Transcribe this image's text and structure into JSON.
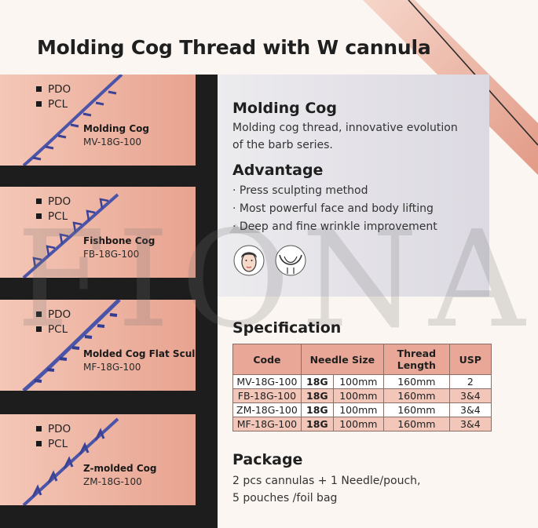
{
  "title": "Molding Cog Thread with W cannula",
  "watermark_text": "FIONA",
  "products": [
    {
      "materials": [
        "PDO",
        "PCL"
      ],
      "name": "Molding Cog",
      "code": "MV-18G-100"
    },
    {
      "materials": [
        "PDO",
        "PCL"
      ],
      "name": "Fishbone Cog",
      "code": "FB-18G-100"
    },
    {
      "materials": [
        "PDO",
        "PCL"
      ],
      "name": "Molded Cog Flat Sculpt",
      "code": "MF-18G-100"
    },
    {
      "materials": [
        "PDO",
        "PCL"
      ],
      "name": "Z-molded Cog",
      "code": "ZM-18G-100"
    }
  ],
  "molding_cog": {
    "heading": "Molding Cog",
    "description": [
      "Molding cog thread, innovative evolution",
      "of the barb series."
    ]
  },
  "advantage": {
    "heading": "Advantage",
    "items": [
      "· Press sculpting method",
      "· Most powerful face and body lifting",
      "· Deep and fine wrinkle improvement"
    ]
  },
  "icons": [
    "face-lift-icon",
    "neck-lift-icon"
  ],
  "specification": {
    "heading": "Specification",
    "columns": [
      "Code",
      "Needle Size",
      "Thread Length",
      "USP"
    ],
    "rows": [
      {
        "code": "MV-18G-100",
        "gauge": "18G",
        "needle_length": "100mm",
        "thread_length": "160mm",
        "usp": "2"
      },
      {
        "code": "FB-18G-100",
        "gauge": "18G",
        "needle_length": "100mm",
        "thread_length": "160mm",
        "usp": "3&4"
      },
      {
        "code": "ZM-18G-100",
        "gauge": "18G",
        "needle_length": "100mm",
        "thread_length": "160mm",
        "usp": "3&4"
      },
      {
        "code": "MF-18G-100",
        "gauge": "18G",
        "needle_length": "100mm",
        "thread_length": "160mm",
        "usp": "3&4"
      }
    ]
  },
  "package": {
    "heading": "Package",
    "lines": [
      "2 pcs cannulas + 1 Needle/pouch,",
      "5 pouches /foil bag"
    ]
  },
  "colors": {
    "accent_pink": "#e8a390",
    "thread_blue": "#4a54a8",
    "dark_band": "#1d1d1d",
    "background": "#fbf6f1"
  }
}
